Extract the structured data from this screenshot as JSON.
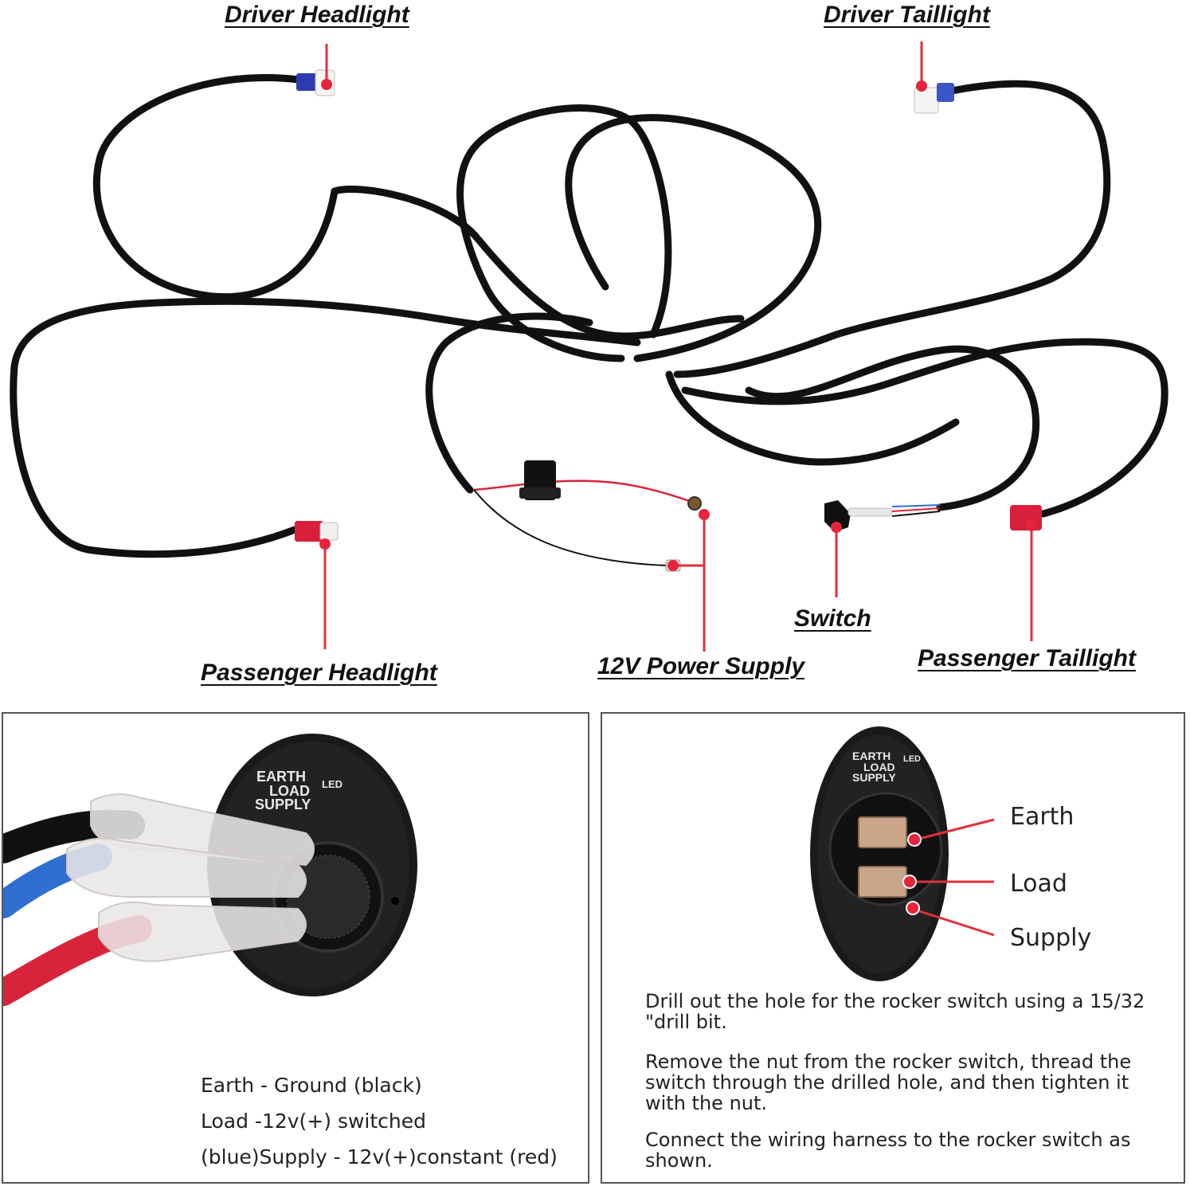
{
  "callouts": {
    "driver_headlight": "Driver Headlight",
    "driver_taillight": "Driver Taillight",
    "passenger_headlight": "Passenger Headlight",
    "power_supply": "12V Power Supply",
    "switch": "Switch",
    "passenger_taillight": "Passenger Taillight"
  },
  "left_panel": {
    "switch_print": {
      "earth": "EARTH",
      "load": "LOAD",
      "supply": "SUPPLY",
      "led": "LED"
    },
    "legend": [
      "Earth - Ground (black)",
      "Load -12v(+) switched",
      "(blue)Supply - 12v(+)constant (red)"
    ]
  },
  "right_panel": {
    "switch_print": {
      "earth": "EARTH",
      "load": "LOAD",
      "supply": "SUPPLY",
      "led": "LED"
    },
    "terminals": {
      "earth": "Earth",
      "load": "Load",
      "supply": "Supply"
    },
    "instructions": [
      "Drill out the hole for the rocker switch using a 15/32 \"drill bit.",
      "Remove the nut from the rocker switch, thread the switch through the drilled hole, and then tighten it with the nut.",
      "Connect the wiring harness to the rocker switch as shown."
    ]
  },
  "colors": {
    "wire": "#111111",
    "callout_line": "#e0303a",
    "callout_dot": "#e8243a",
    "panel_border": "#555555",
    "wire_red": "#d8243a",
    "wire_blue": "#2f6fd0"
  }
}
